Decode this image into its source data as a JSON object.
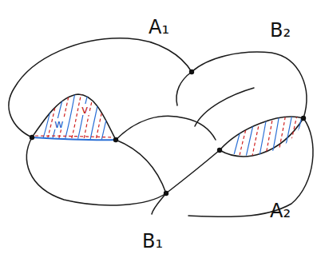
{
  "diagram": {
    "labels": [
      "A₁",
      "B₂",
      "A₂",
      "B₁",
      "v",
      "w"
    ]
  }
}
